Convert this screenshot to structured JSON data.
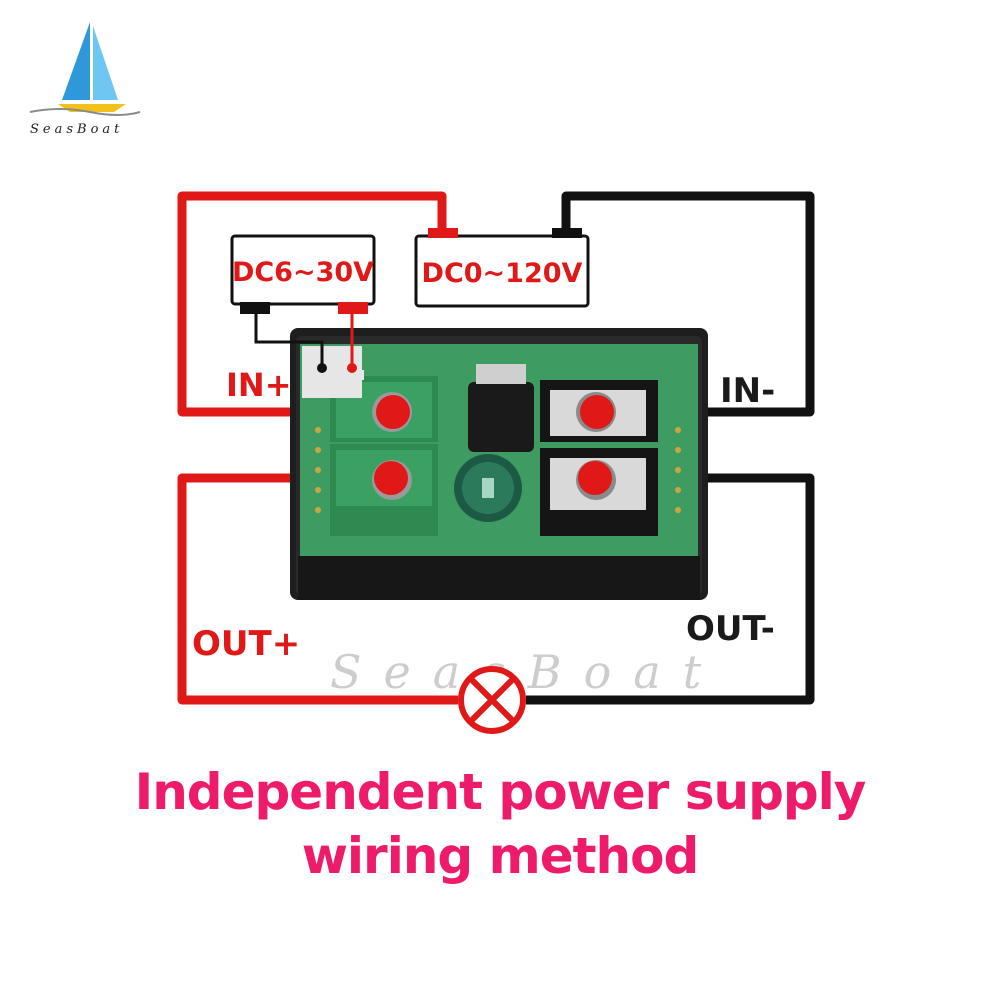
{
  "logo": {
    "brand_text": "SeasBoat"
  },
  "watermark": {
    "text": "SeasBoat"
  },
  "supplies": {
    "aux": {
      "label": "DC6~30V"
    },
    "main": {
      "label": "DC0~120V"
    }
  },
  "terminals": {
    "in_plus": "IN+",
    "in_minus": "IN-",
    "out_plus": "OUT+",
    "out_minus": "OUT-"
  },
  "caption": {
    "line1": "Independent power supply",
    "line2": "wiring method"
  },
  "colors": {
    "positive_wire": "#e01818",
    "negative_wire": "#111111",
    "caption": "#ee1a6a",
    "pcb": "#3e9c62",
    "terminal_block": "#2f8a52",
    "logo_sail": "#3aa7e6",
    "logo_hull": "#f2c21a"
  },
  "icons": {
    "lamp": "lamp-load-icon",
    "sailboat": "sailboat-logo-icon"
  }
}
